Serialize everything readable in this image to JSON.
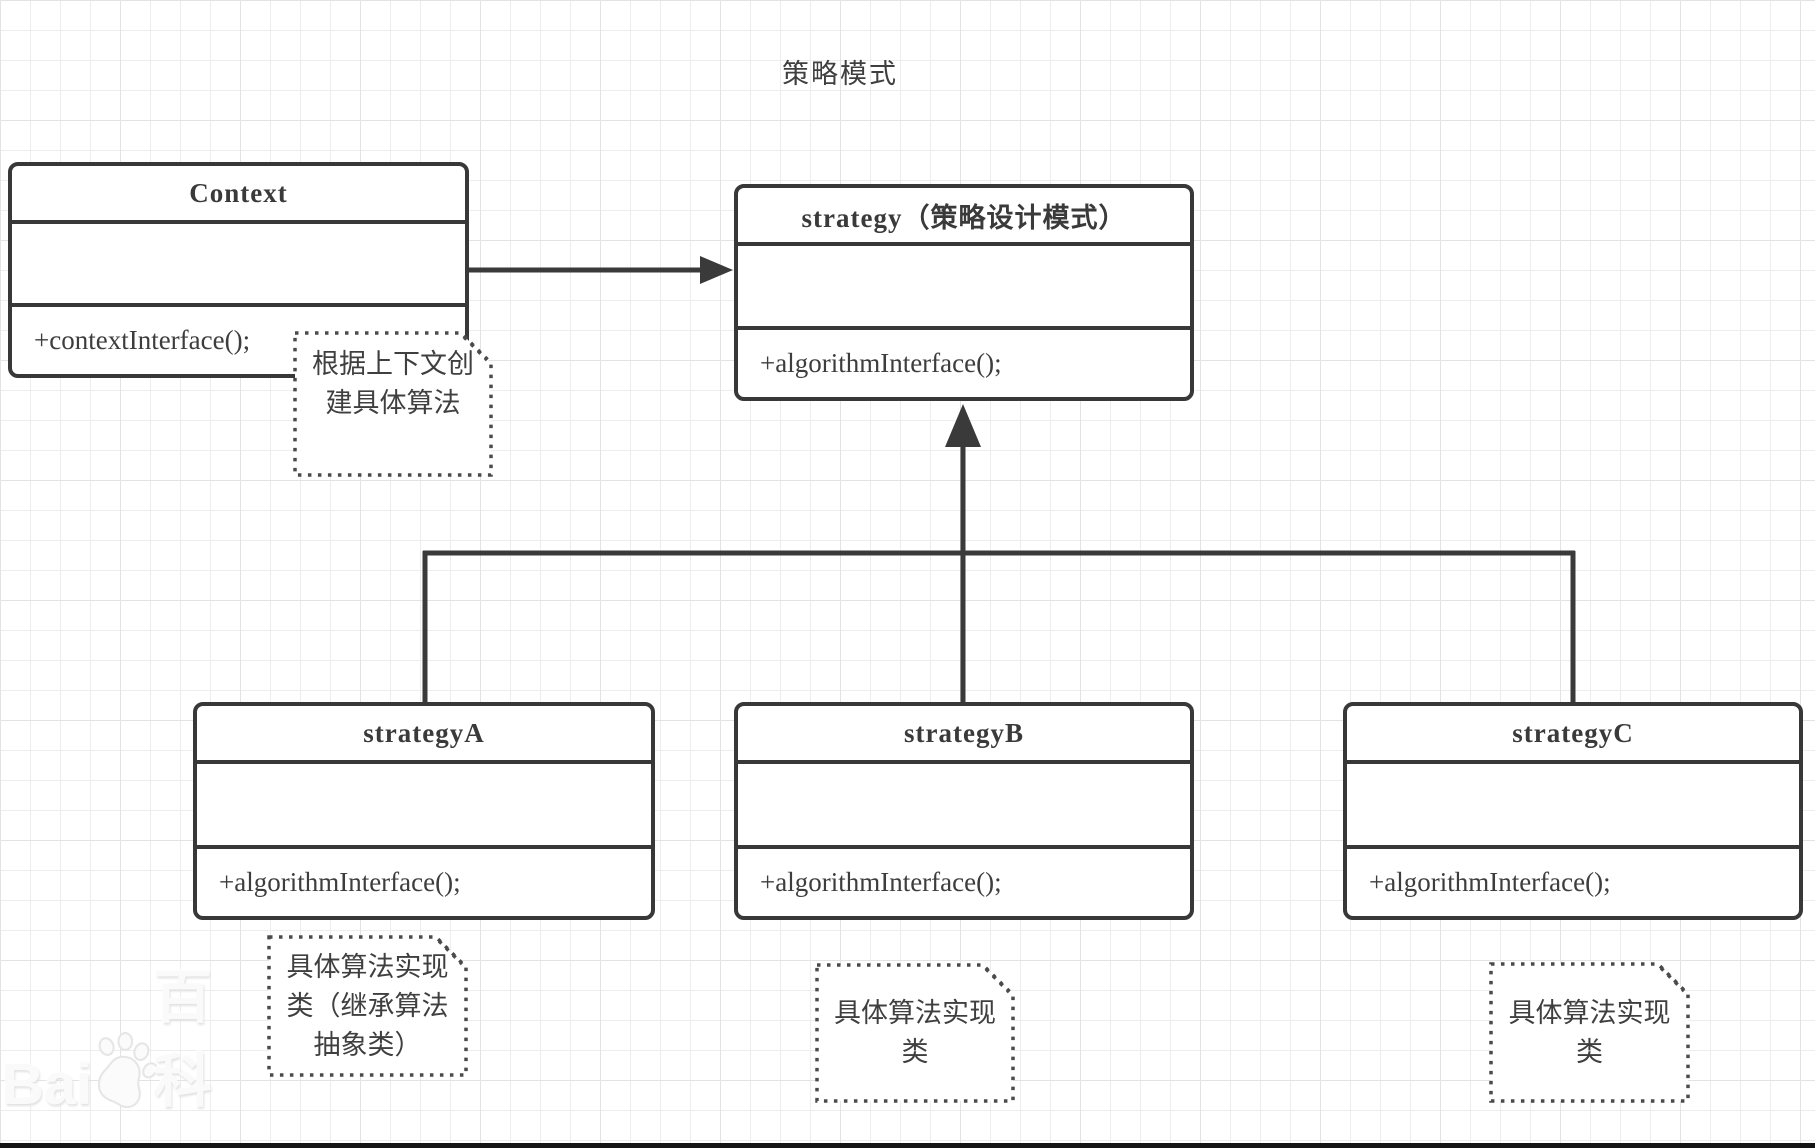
{
  "diagram_title": "策略模式",
  "classes": {
    "context": {
      "title": "Context",
      "method": "+contextInterface();"
    },
    "strategy": {
      "title": "strategy（策略设计模式）",
      "method": "+algorithmInterface();"
    },
    "strategyA": {
      "title": "strategyA",
      "method": "+algorithmInterface();"
    },
    "strategyB": {
      "title": "strategyB",
      "method": "+algorithmInterface();"
    },
    "strategyC": {
      "title": "strategyC",
      "method": "+algorithmInterface();"
    }
  },
  "notes": {
    "context_note": "根据上下文创建具体算法",
    "strategyA_note": "具体算法实现类（继承算法抽象类）",
    "strategyB_note": "具体算法实现类",
    "strategyC_note": "具体算法实现类"
  },
  "watermark": {
    "left": "Bai",
    "right": "百科",
    "icon": "paw-icon"
  },
  "colors": {
    "line": "#3a3a3a",
    "text": "#3d3d3d",
    "note_border": "#4a4a4a",
    "grid_minor": "#ededed",
    "grid_major": "#e3e3e3"
  }
}
